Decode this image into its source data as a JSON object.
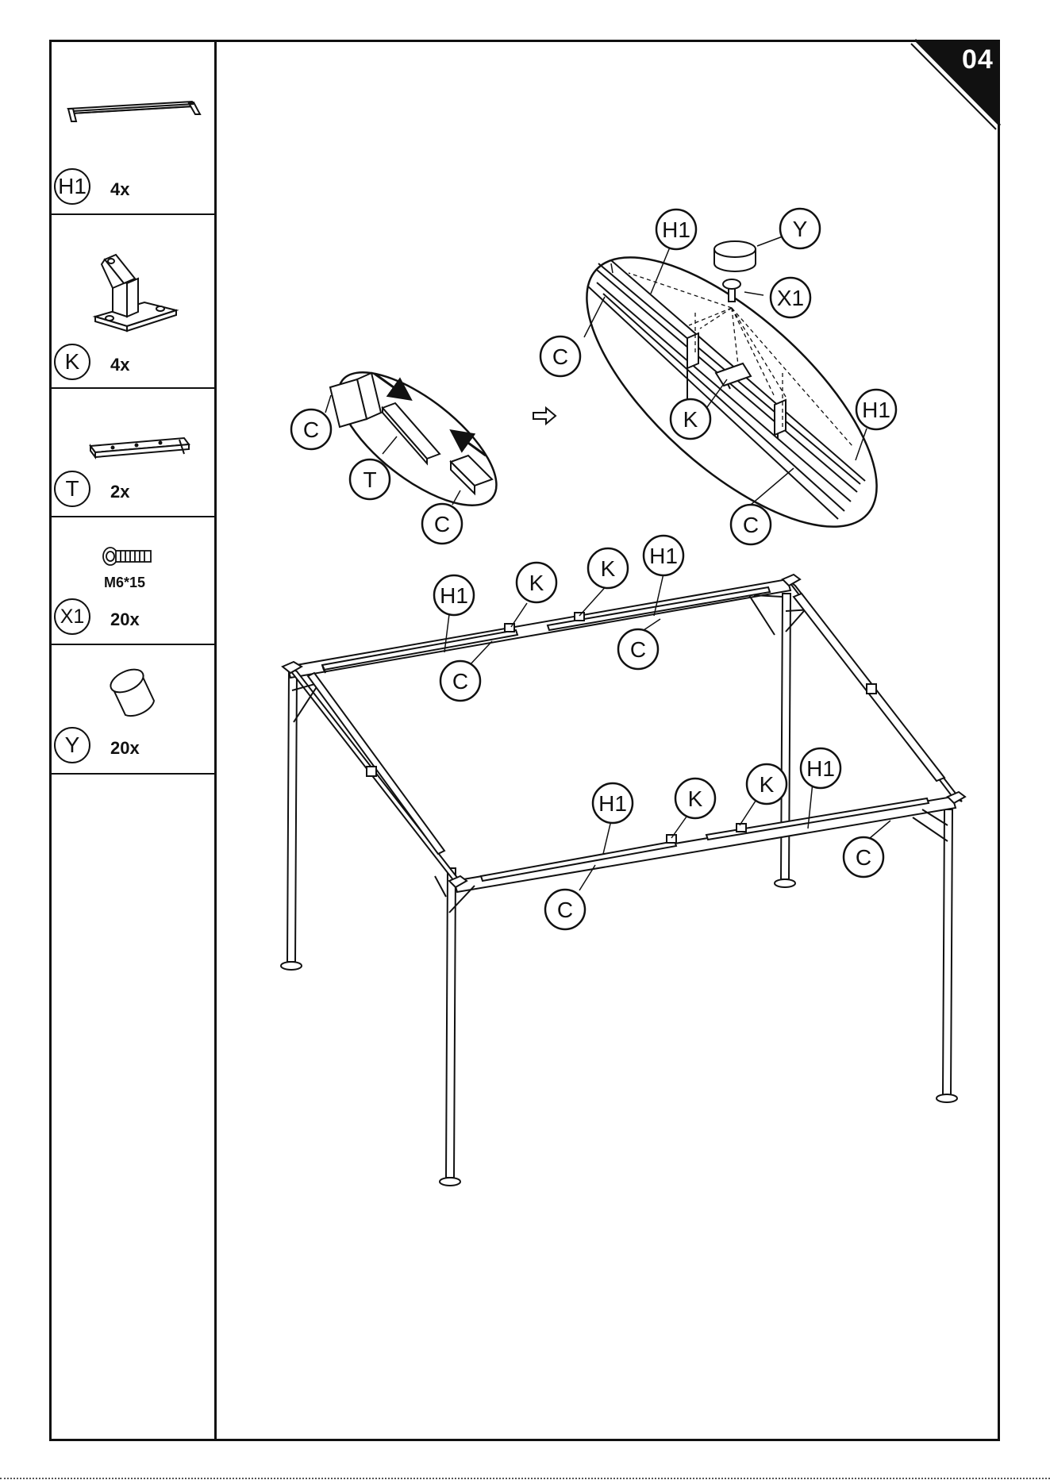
{
  "step": {
    "number": "04"
  },
  "parts": [
    {
      "code": "H1",
      "qty": "4x",
      "icon": "roof-bar-icon"
    },
    {
      "code": "K",
      "qty": "4x",
      "icon": "bracket-icon"
    },
    {
      "code": "T",
      "qty": "2x",
      "icon": "connector-rail-icon"
    },
    {
      "code": "X1",
      "qty": "20x",
      "size": "M6*15",
      "icon": "bolt-icon"
    },
    {
      "code": "Y",
      "qty": "20x",
      "icon": "cap-icon"
    }
  ],
  "callouts": {
    "c": "C",
    "t": "T",
    "h1": "H1",
    "k": "K",
    "x1": "X1",
    "y": "Y"
  }
}
